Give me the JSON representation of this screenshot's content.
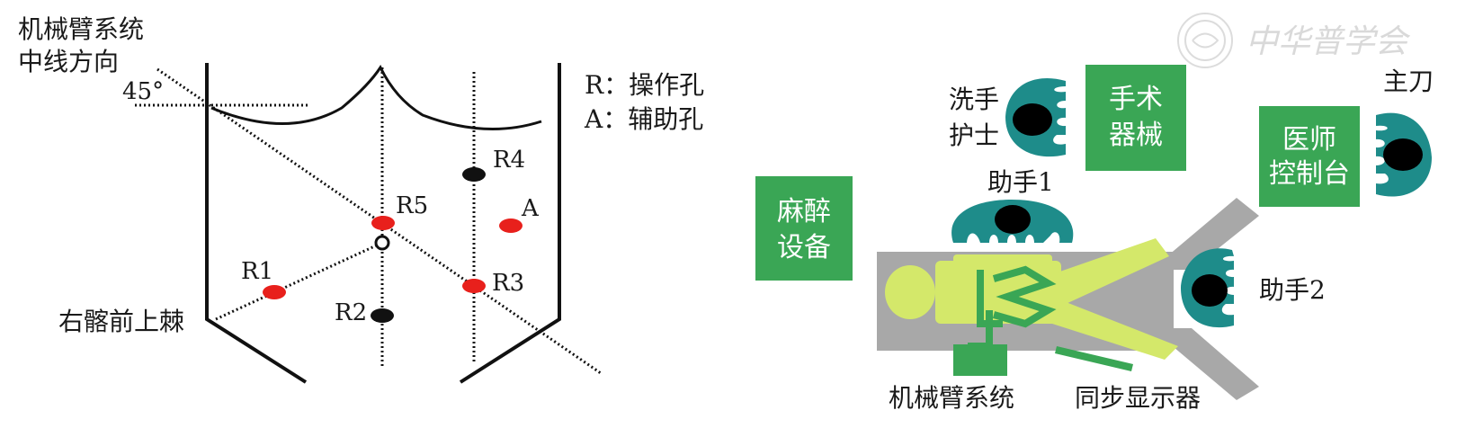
{
  "left_diagram": {
    "axis_label_line1": "机械臂系统",
    "axis_label_line2": "中线方向",
    "angle_label": "45°",
    "legend_r": "R：操作孔",
    "legend_a": "A：辅助孔",
    "landmark_label": "右髂前上棘",
    "ports": {
      "r1": "R1",
      "r2": "R2",
      "r3": "R3",
      "r4": "R4",
      "r5": "R5",
      "a": "A"
    },
    "colors": {
      "operating_port": "#e8201c",
      "other_port": "#111111"
    }
  },
  "right_diagram": {
    "scrub_nurse_line1": "洗手",
    "scrub_nurse_line2": "护士",
    "instruments_line1": "手术",
    "instruments_line2": "器械",
    "surgeon_label": "主刀",
    "console_line1": "医师",
    "console_line2": "控制台",
    "assistant1_label": "助手1",
    "anesthesia_line1": "麻醉",
    "anesthesia_line2": "设备",
    "assistant2_label": "助手2",
    "robot_label": "机械臂系统",
    "display_label": "同步显示器",
    "colors": {
      "box_green": "#3aa655",
      "person_teal": "#1e8c8a",
      "table_gray": "#a8a8a8",
      "patient_lime": "#d4e86a",
      "robot_green": "#3aa655"
    }
  },
  "watermark": {
    "text": "中华普学会",
    "icon": "seal-logo-icon"
  }
}
